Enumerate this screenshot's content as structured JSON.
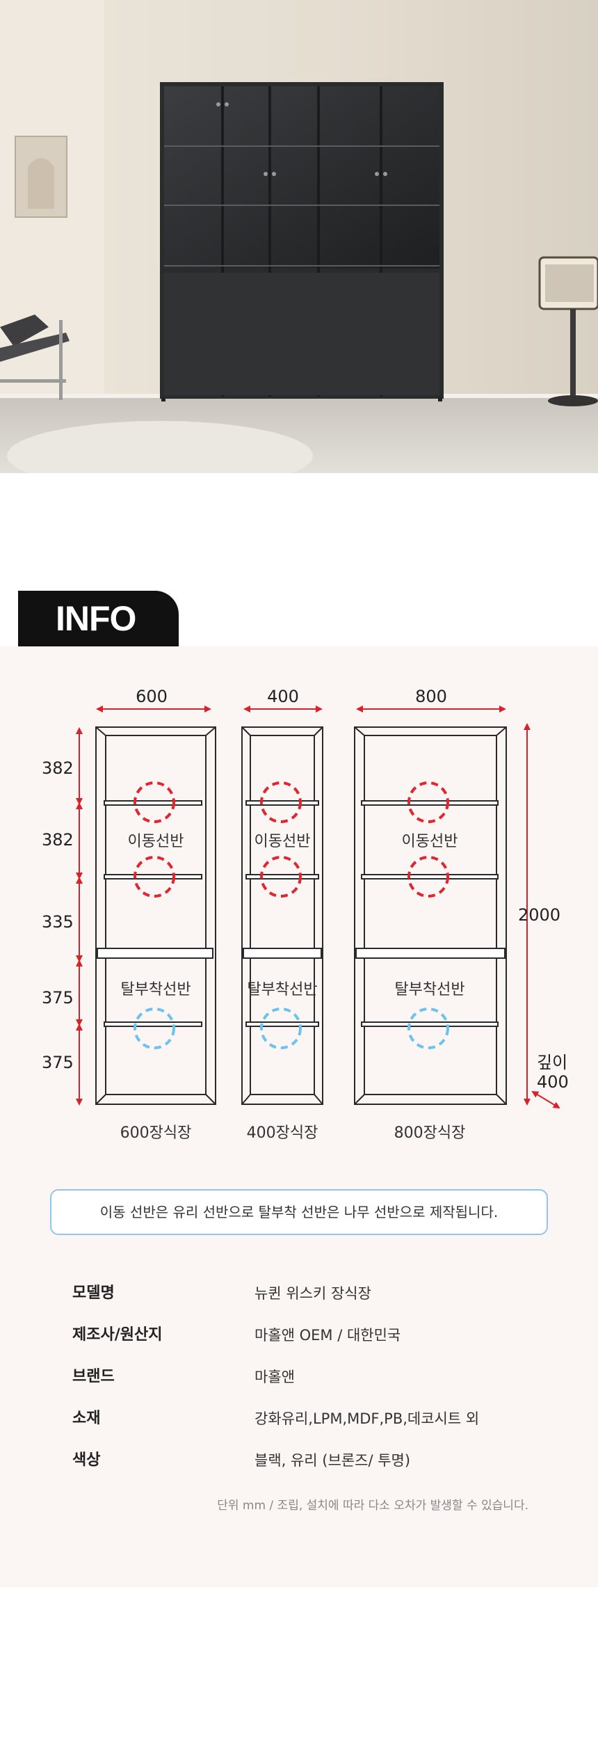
{
  "info": {
    "tab_label": "INFO"
  },
  "diagram": {
    "widths": [
      "600",
      "400",
      "800"
    ],
    "heights": [
      "382",
      "382",
      "335",
      "375",
      "375"
    ],
    "total_height": "2000",
    "depth_label": "깊이",
    "depth_value": "400",
    "moving_shelf": "이동선반",
    "fixed_shelf": "탈부착선반",
    "cabinet_names": [
      "600장식장",
      "400장식장",
      "800장식장"
    ]
  },
  "note": "이동 선반은 유리 선반으로 탈부착 선반은 나무 선반으로 제작됩니다.",
  "specs": [
    {
      "key": "모델명",
      "value": "뉴퀸 위스키 장식장"
    },
    {
      "key": "제조사/원산지",
      "value": "마홀앤 OEM / 대한민국"
    },
    {
      "key": "브랜드",
      "value": "마홀앤"
    },
    {
      "key": "소재",
      "value": "강화유리,LPM,MDF,PB,데코시트 외"
    },
    {
      "key": "색상",
      "value": "블랙, 유리 (브론즈/ 투명)"
    }
  ],
  "footnote": "단위 mm / 조립, 설치에 따라 다소 오차가 발생할 수 있습니다.",
  "colors": {
    "dim_red": "#d8222a",
    "moving_circle": "#e0262e",
    "fixed_circle": "#6cc3ee",
    "tab_bg": "#111111"
  }
}
